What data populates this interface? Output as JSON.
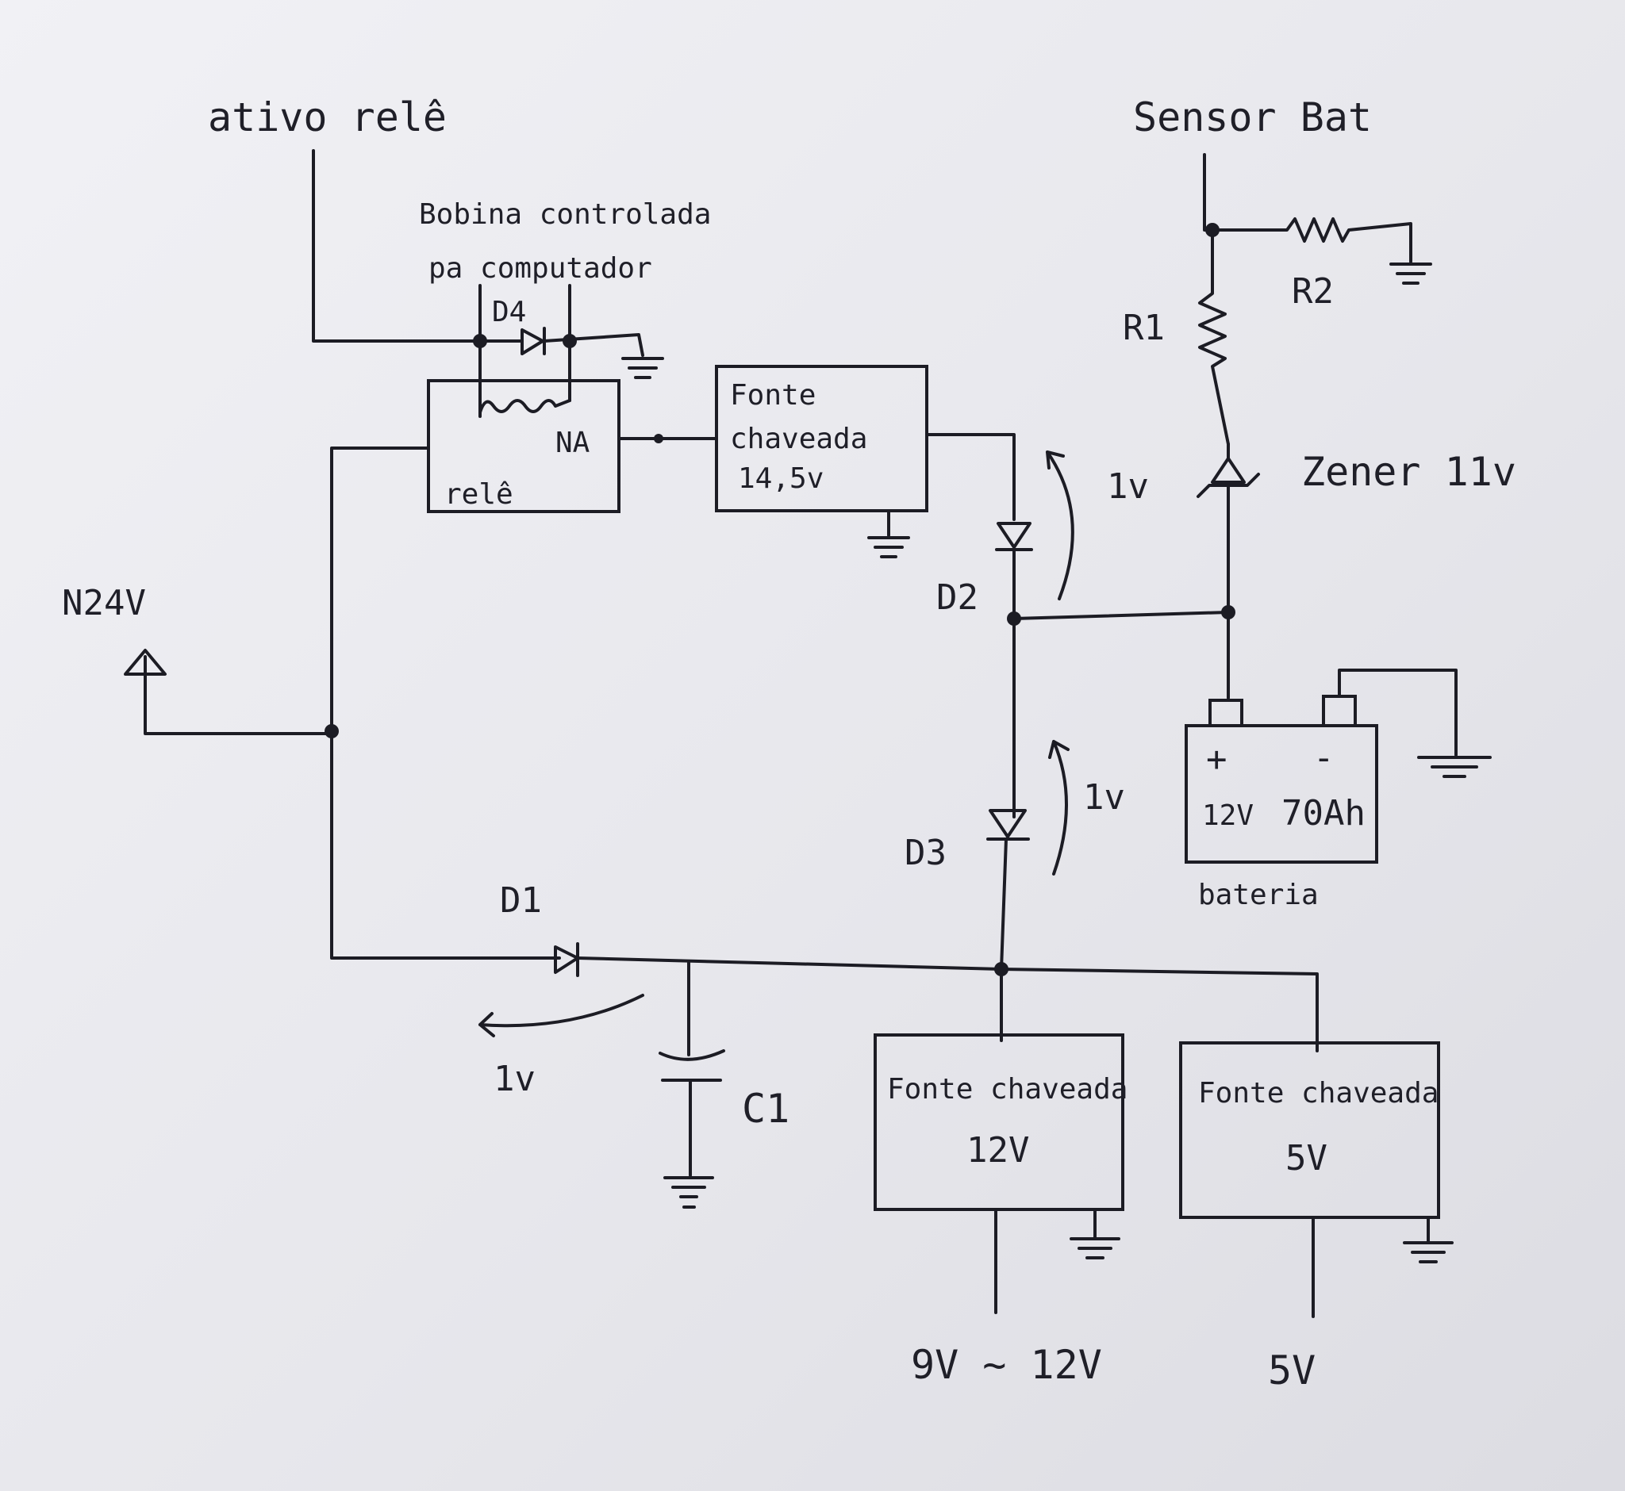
{
  "labels": {
    "ativo_rele": "ativo relê",
    "bobina": "Bobina controlada",
    "pelo_computador": "pa computador",
    "d4": "D4",
    "na": "NA",
    "rele": "relê",
    "n24v": "N24V",
    "fonte1_line1": "Fonte",
    "fonte1_line2": "chaveada",
    "fonte1_line3": "14,5v",
    "d2": "D2",
    "drop1": "1v",
    "drop2": "1v",
    "drop3": "1v",
    "d3": "D3",
    "d1": "D1",
    "c1": "C1",
    "fonte2_line1": "Fonte chaveada",
    "fonte2_line2": "12V",
    "fonte3_line1": "Fonte chaveada",
    "fonte3_line2": "5V",
    "out1": "9V ~ 12V",
    "out2": "5V",
    "sensor": "Sensor Bat",
    "r1": "R1",
    "r2": "R2",
    "zener": "Zener 11v",
    "bat_plus": "+",
    "bat_minus": "-",
    "bat_spec1": "12V",
    "bat_spec2": "70Ah",
    "bateria": "bateria"
  },
  "colors": {
    "ink": "#1c1c24",
    "paper": "#ececf0"
  }
}
